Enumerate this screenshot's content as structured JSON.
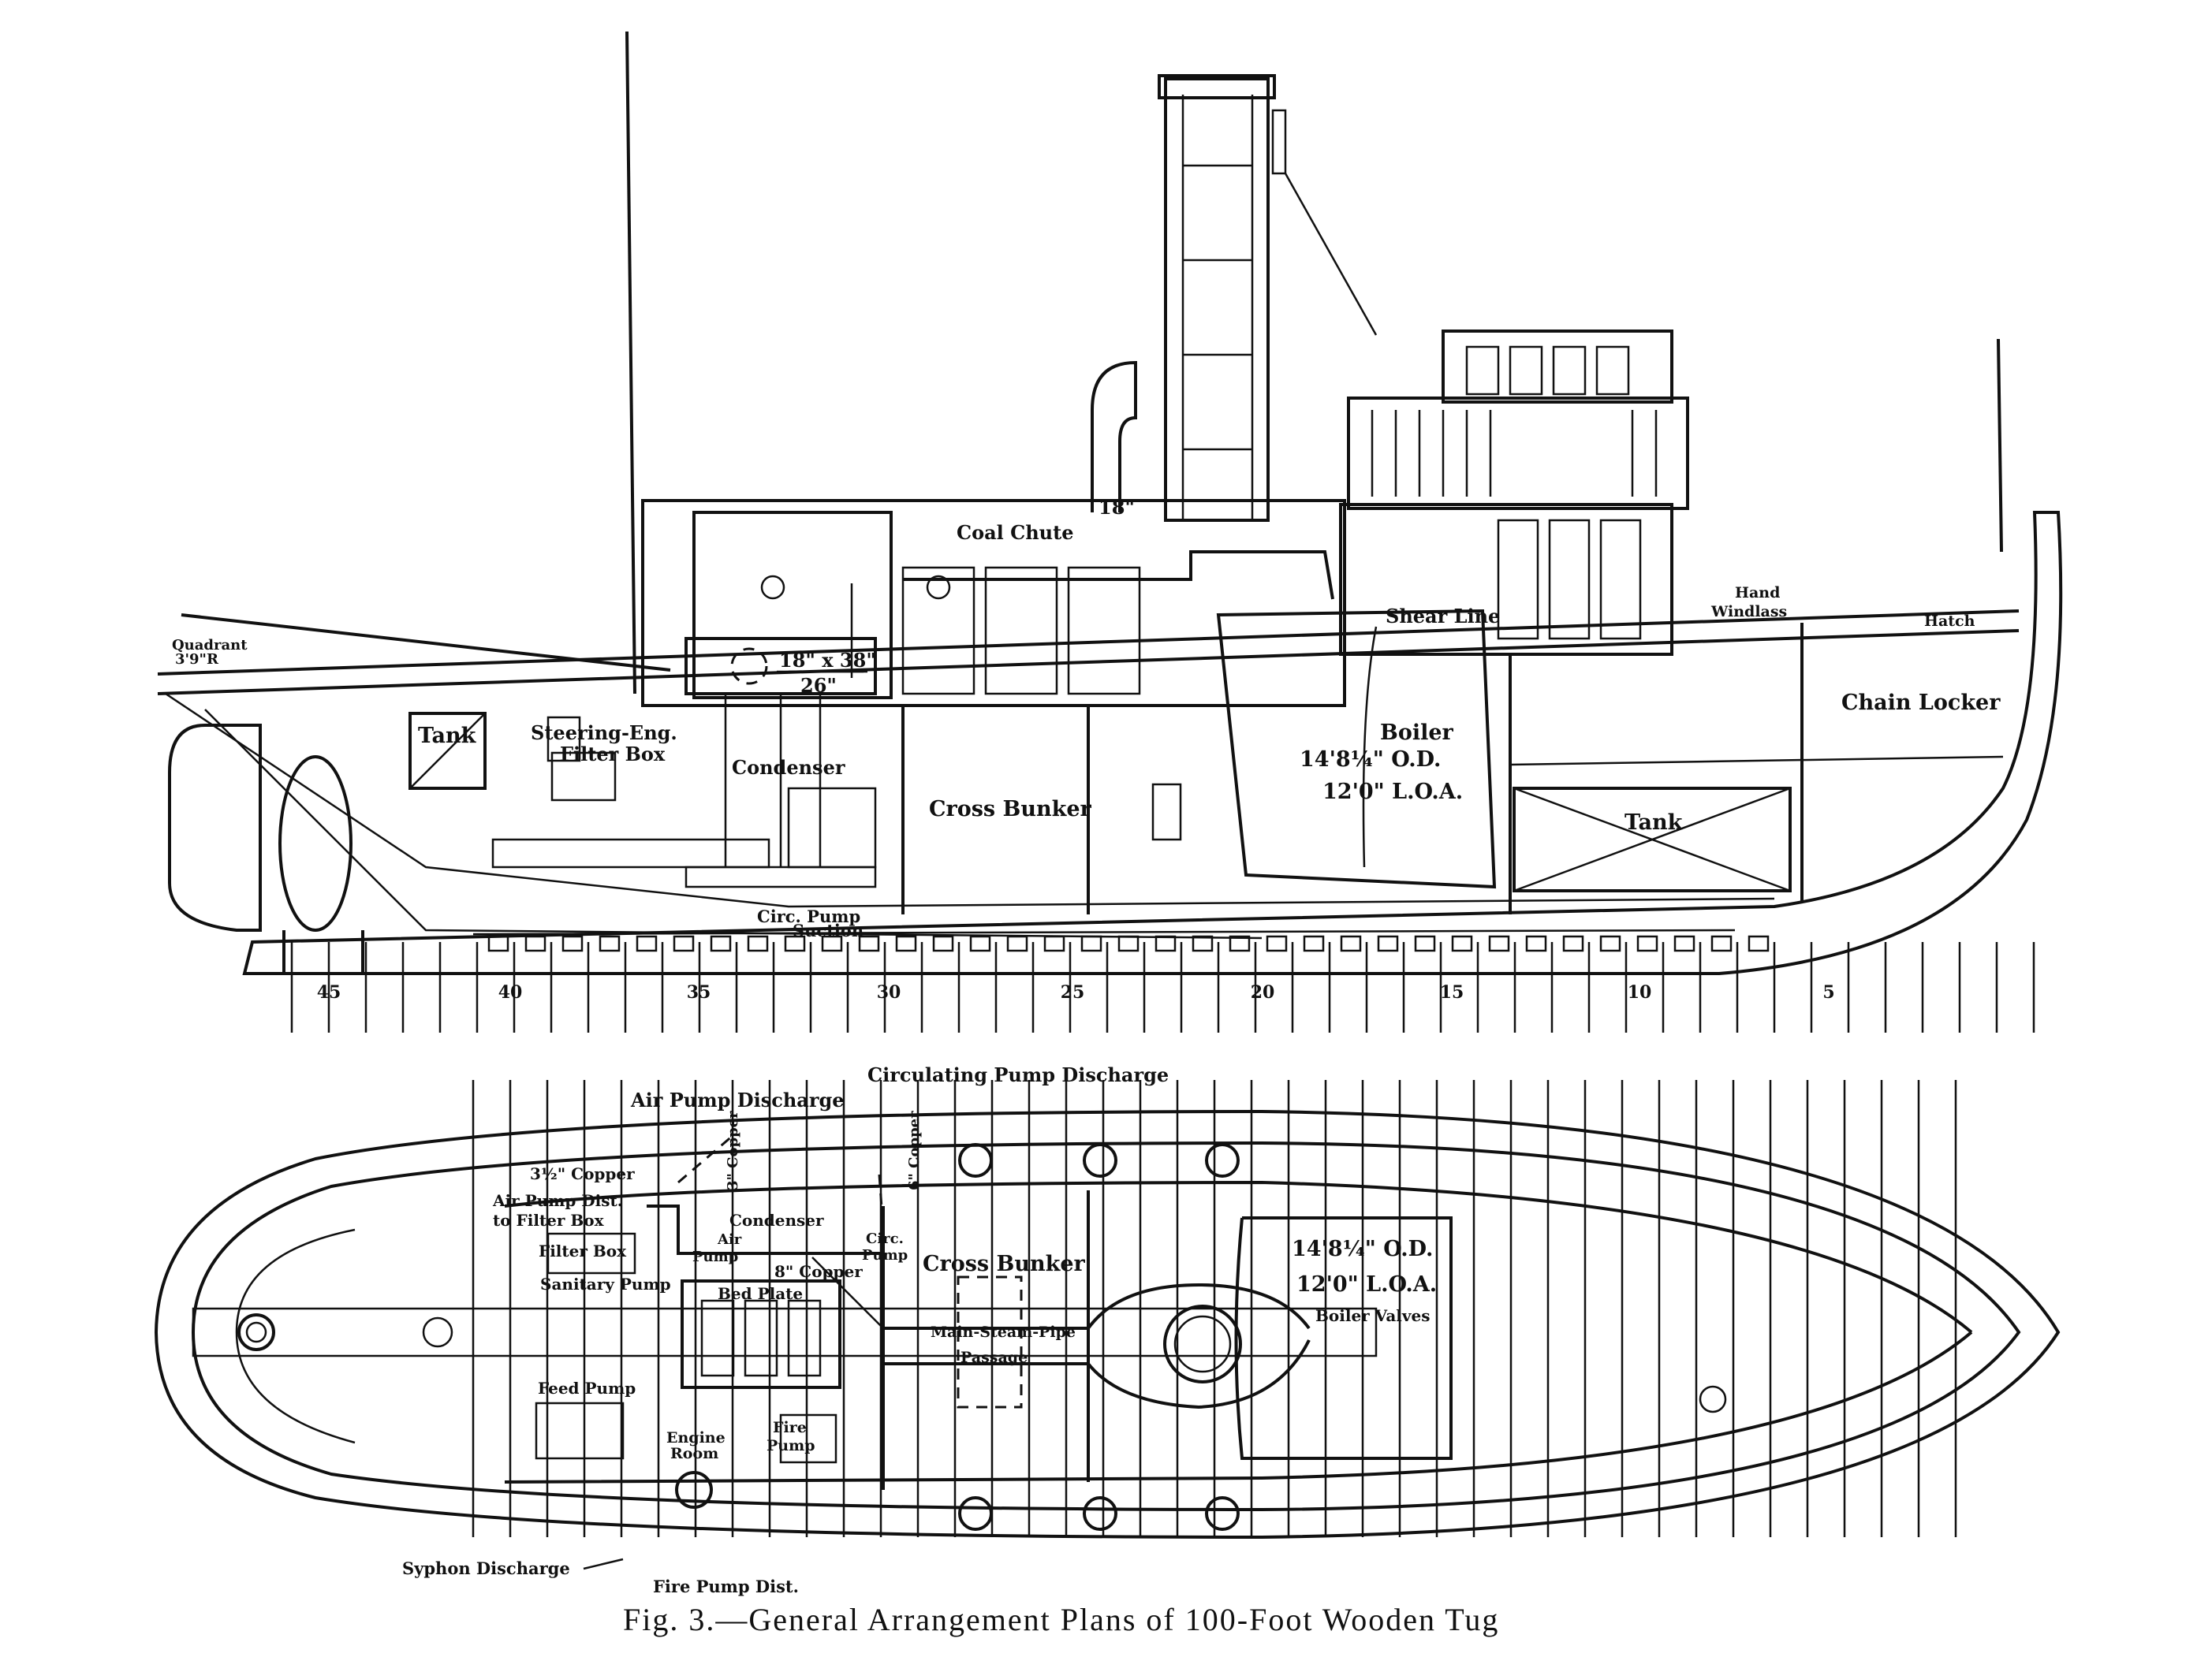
{
  "caption": "Fig. 3.—General Arrangement Plans of 100-Foot Wooden Tug",
  "profile": {
    "coal_chute": "Coal Chute",
    "dim_18": "18\"",
    "engine_size_top": "18\" x 38\"",
    "engine_size_bottom": "26\"",
    "quadrant": "Quadrant",
    "quadrant_radius": "3'9\"R",
    "tank_aft": "Tank",
    "steering_engine": "Steering-Eng.",
    "filter_box": "Filter Box",
    "condenser": "Condenser",
    "cross_bunker": "Cross Bunker",
    "circ_pump_suction_1": "Circ. Pump",
    "circ_pump_suction_2": "Suction",
    "shear_line": "Shear Line",
    "boiler": "Boiler",
    "boiler_od": "14'8¼\" O.D.",
    "boiler_loa": "12'0\" L.O.A.",
    "hand_windlass_1": "Hand",
    "hand_windlass_2": "Windlass",
    "hatch": "Hatch",
    "chain_locker": "Chain Locker",
    "tank_fwd": "Tank",
    "frame_numbers": [
      "45",
      "40",
      "35",
      "30",
      "25",
      "20",
      "15",
      "10",
      "5"
    ]
  },
  "plan": {
    "circulating_pump_discharge": "Circulating Pump Discharge",
    "air_pump_discharge": "Air Pump Discharge",
    "copper_3_5": "3½\" Copper",
    "copper_3": "3\" Copper",
    "copper_6": "6\" Copper",
    "air_pump_dist_1": "Air Pump Dist.",
    "air_pump_dist_2": "to Filter Box",
    "filter_box": "Filter Box",
    "sanitary_pump": "Sanitary Pump",
    "condenser": "Condenser",
    "air_pump_1": "Air",
    "air_pump_2": "Pump",
    "circ_pump_1": "Circ.",
    "circ_pump_2": "Pump",
    "copper_8": "8\" Copper",
    "bed_plate": "Bed Plate",
    "cross_bunker": "Cross Bunker",
    "main_steam_pipe": "Main-Steam-Pipe",
    "passage": "Passage",
    "boiler_od": "14'8¼\" O.D.",
    "boiler_loa": "12'0\" L.O.A.",
    "boiler_valves": "Boiler Valves",
    "feed_pump": "Feed Pump",
    "engine_room_1": "Engine",
    "engine_room_2": "Room",
    "fire_pump_1": "Fire",
    "fire_pump_2": "Pump",
    "syphon_discharge": "Syphon Discharge",
    "fire_pump_dist": "Fire Pump Dist."
  }
}
